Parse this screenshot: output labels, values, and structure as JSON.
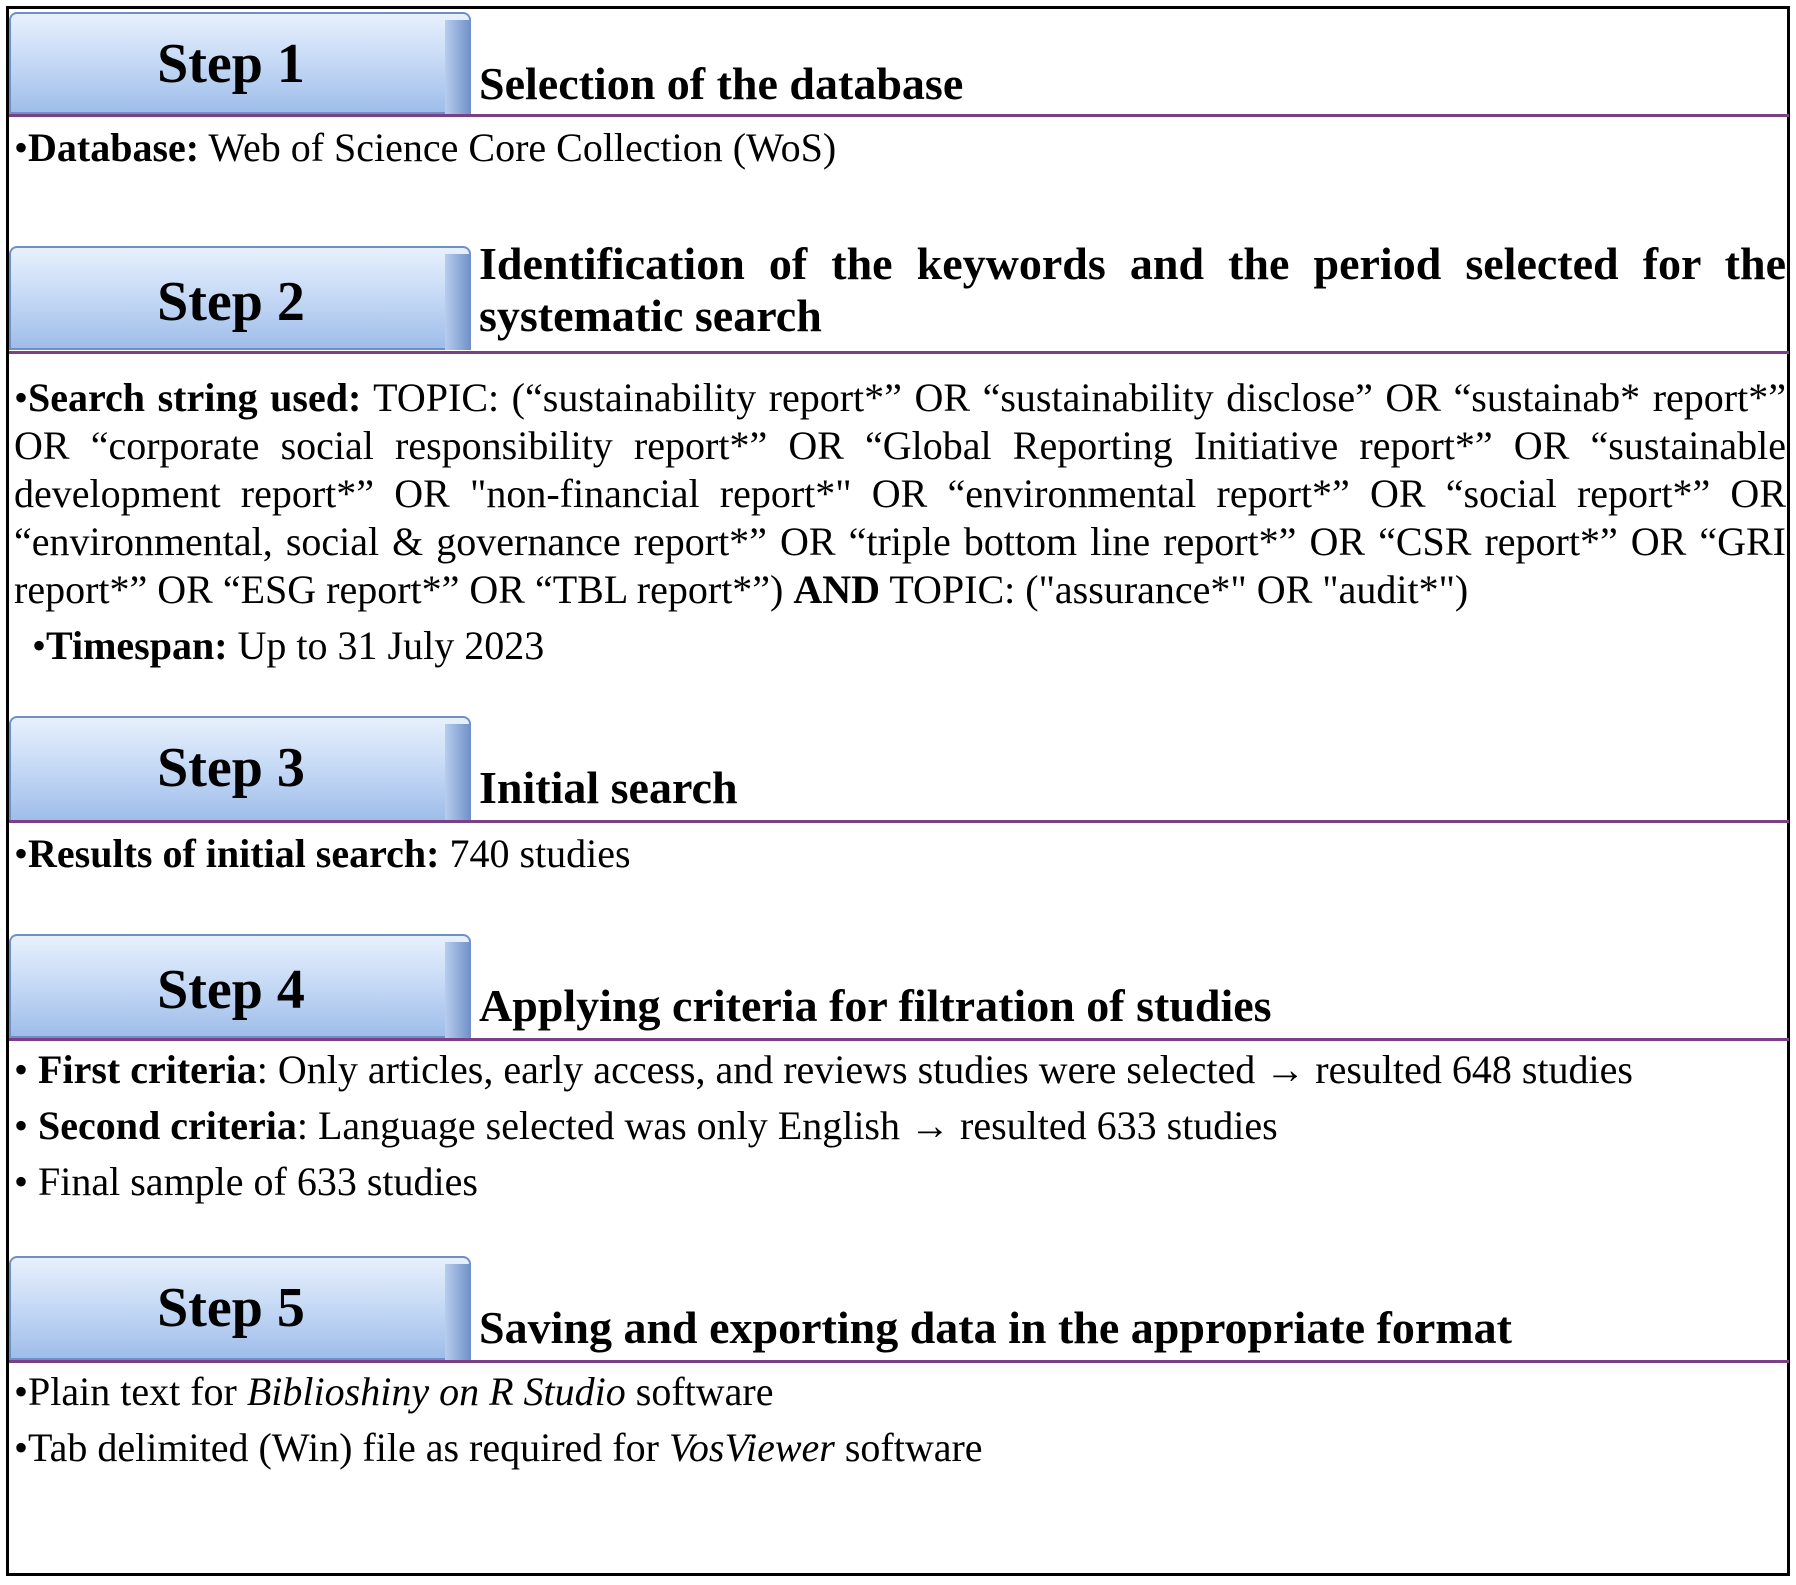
{
  "steps": [
    {
      "label": "Step 1",
      "title": "Selection of the database",
      "items": [
        {
          "bullet": "•",
          "bold": "Database:",
          "text": " Web of Science Core Collection (WoS)"
        }
      ]
    },
    {
      "label": "Step 2",
      "title": "Identification of the keywords and the period selected for the systematic search",
      "items": [
        {
          "bullet": "•",
          "bold": "Search string used:",
          "text": " TOPIC: (“sustainability report*” OR “sustainability disclose” OR “sustainab* report*” OR “corporate social responsibility report*” OR “Global Reporting Initiative report*” OR “sustainable development report*” OR \"non-financial report*\" OR “environmental report*” OR “social report*” OR “environmental, social & governance report*” OR “triple bottom line report*” OR “CSR report*” OR “GRI report*” OR “ESG report*” OR “TBL report*”) ",
          "bold2": "AND",
          "text2": " TOPIC: (\"assurance*\" OR \"audit*\")"
        },
        {
          "bullet": "•",
          "bold": "Timespan:",
          "text": " Up to 31 July 2023"
        }
      ]
    },
    {
      "label": "Step 3",
      "title": "Initial search",
      "items": [
        {
          "bullet": "•",
          "bold": "Results of initial search:",
          "text": "  740 studies"
        }
      ]
    },
    {
      "label": "Step 4",
      "title": "Applying criteria for filtration of studies",
      "items": [
        {
          "bullet": "•",
          "bold": "First criteria",
          "text": ": Only articles, early access,  and reviews studies were selected → resulted 648 studies"
        },
        {
          "bullet": "•",
          "bold": "Second criteria",
          "text": ": Language selected was only English → resulted 633 studies"
        },
        {
          "bullet": "•",
          "text": " Final sample of 633 studies"
        }
      ]
    },
    {
      "label": "Step 5",
      "title": "Saving and exporting data in the appropriate format",
      "items": [
        {
          "bullet": "•",
          "text": "Plain text for ",
          "italic": "Biblioshiny on R Studio",
          "text2": " software"
        },
        {
          "bullet": "•",
          "text": "Tab delimited (Win) file as required for ",
          "italic": "VosViewer",
          "text2": " software"
        }
      ]
    }
  ]
}
